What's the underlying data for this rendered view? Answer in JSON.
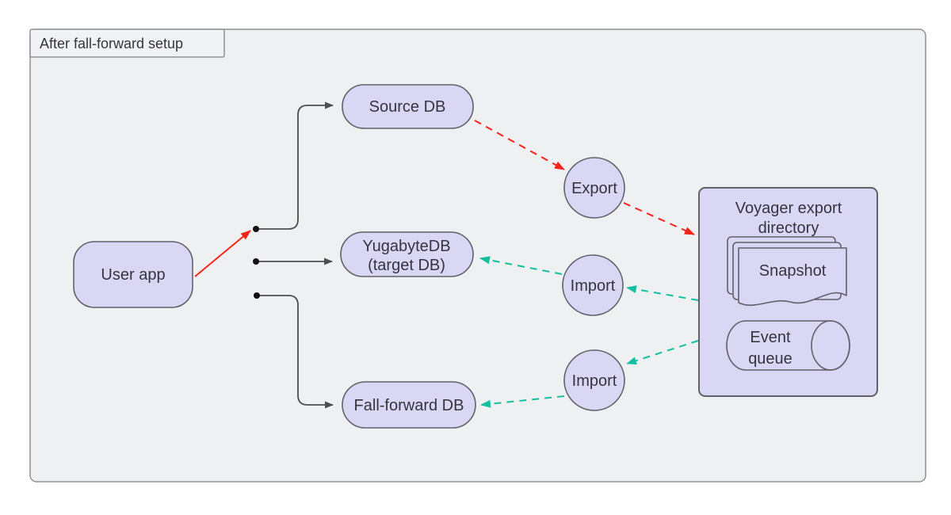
{
  "frame": {
    "title": "After fall-forward setup"
  },
  "nodes": {
    "user_app": "User app",
    "source_db": "Source DB",
    "target_db_line1": "YugabyteDB",
    "target_db_line2": "(target DB)",
    "fall_forward_db": "Fall-forward DB",
    "export_step": "Export",
    "import_step_top": "Import",
    "import_step_bottom": "Import",
    "voyager_title_line1": "Voyager export",
    "voyager_title_line2": "directory",
    "snapshot": "Snapshot",
    "event_queue_line1": "Event",
    "event_queue_line2": "queue"
  },
  "colors": {
    "canvas_bg": "#ffffff",
    "frame_fill": "#eef0f2",
    "frame_border": "#8e9096",
    "titlebox_fill": "#f1f2f5",
    "node_fill": "#dad7f5",
    "node_border": "#636069",
    "text": "#36343e",
    "connector": "#4d4d55",
    "junction_dot": "#111111",
    "arrow_red": "#f5231a",
    "arrow_teal": "#13bf9e"
  },
  "edges": [
    {
      "from": "User app",
      "to": "junction",
      "style": "solid",
      "color": "red"
    },
    {
      "from": "junction",
      "to": "Source DB",
      "style": "solid",
      "color": "dark"
    },
    {
      "from": "junction",
      "to": "YugabyteDB (target DB)",
      "style": "solid",
      "color": "dark"
    },
    {
      "from": "junction",
      "to": "Fall-forward DB",
      "style": "solid",
      "color": "dark"
    },
    {
      "from": "Source DB",
      "to": "Export",
      "style": "dashed",
      "color": "red"
    },
    {
      "from": "Export",
      "to": "Voyager export directory",
      "style": "dashed",
      "color": "red"
    },
    {
      "from": "Voyager export directory",
      "to": "Import (top)",
      "style": "dashed",
      "color": "teal"
    },
    {
      "from": "Import (top)",
      "to": "YugabyteDB (target DB)",
      "style": "dashed",
      "color": "teal"
    },
    {
      "from": "Voyager export directory",
      "to": "Import (bottom)",
      "style": "dashed",
      "color": "teal"
    },
    {
      "from": "Import (bottom)",
      "to": "Fall-forward DB",
      "style": "dashed",
      "color": "teal"
    }
  ]
}
